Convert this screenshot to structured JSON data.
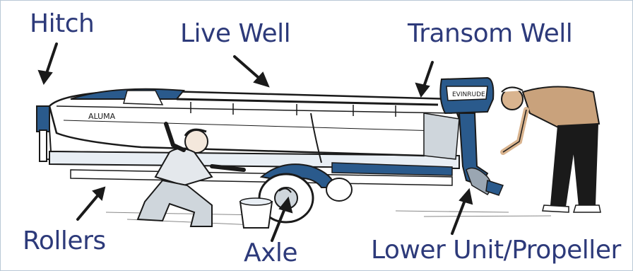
{
  "labels": {
    "hitch": "Hitch",
    "live_well": "Live Well",
    "transom_well": "Transom Well",
    "rollers": "Rollers",
    "axle": "Axle",
    "lower_unit": "Lower Unit/Propeller"
  },
  "illustration": {
    "subject": "boat on trailer with two people inspecting",
    "boat_name_text": "ALUMA",
    "motor_brand_text": "EVINRUDE"
  },
  "colors": {
    "label_text": "#2d3a7a",
    "trailer_blue": "#2a5a8c",
    "outline": "#1a1a1a",
    "skin": "#d9b48f",
    "shirt_tan": "#c9a27c",
    "frame": "#b9c8d6"
  }
}
